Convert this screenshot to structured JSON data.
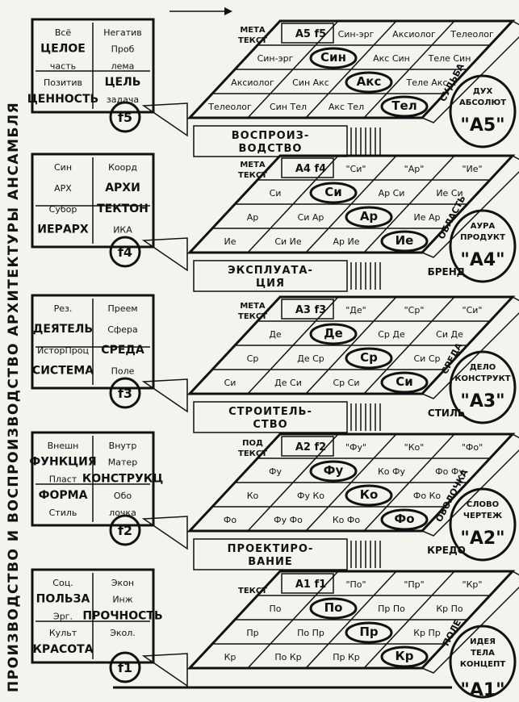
{
  "side_title_left": "ПРОИЗВОДСТВО И ВОСПРОИЗВОДСТВО  АРХИТЕКТУРЫ  АНСАМБЛЯ",
  "levels": [
    {
      "id": "f5",
      "func": "f5",
      "tag": "A5 f5",
      "left_words": [
        "Всё",
        "ЦЕЛОЕ",
        "часть",
        "Позитив",
        "ЦЕННОСТЬ",
        "Негатив",
        "Проб",
        "лема",
        "ЦЕЛЬ",
        "задача"
      ],
      "grid_rows": [
        [
          "Син-эрг",
          "Аксиолог",
          "Телеолог"
        ],
        [
          "Син-эрг",
          "Син",
          "Акс Син",
          "Теле Син"
        ],
        [
          "Аксиолог",
          "Син Акс",
          "Акс",
          "Теле Акс"
        ],
        [
          "Телеолог",
          "Син Тел",
          "Акс Тел",
          "Тел"
        ]
      ],
      "circled": [
        "Син",
        "Акс",
        "Тел"
      ],
      "right_label": "СУДЬБА",
      "right_circle": [
        "ДУХ",
        "АБСОЛЮТ",
        "\"A5\""
      ],
      "process": "ВОСПРОИЗВОДСТВО",
      "process_lines": [
        "ВОСПРОИЗ-",
        "ВОДСТВО"
      ],
      "meta": [
        "МЕТА",
        "ТЕКСТ"
      ]
    },
    {
      "id": "f4",
      "func": "f4",
      "tag": "A4 f4",
      "left_words": [
        "Син",
        "АРХ",
        "Субор",
        "ИЕРАРХ",
        "Коорд",
        "АРХИ",
        "ТЕКТОН",
        "ИКА"
      ],
      "grid_rows": [
        [
          "\"Си\"",
          "\"Ар\"",
          "\"Ие\""
        ],
        [
          "Си",
          "Си",
          "Ар Си",
          "Ие Си"
        ],
        [
          "Ар",
          "Си Ар",
          "Ар",
          "Ие Ар"
        ],
        [
          "Ие",
          "Си Ие",
          "Ар Ие",
          "Ие"
        ]
      ],
      "circled": [
        "Си",
        "Ар",
        "Ие"
      ],
      "right_label": "ОБЛАСТЬ",
      "right_label2": "БРЕНД",
      "right_circle": [
        "АУРА",
        "ПРОДУКТ",
        "\"A4\""
      ],
      "process": "ЭКСПЛУАТАЦИЯ",
      "process_lines": [
        "ЭКСПЛУАТА-",
        "ЦИЯ"
      ],
      "meta": [
        "МЕТА",
        "ТЕКСТ"
      ]
    },
    {
      "id": "f3",
      "func": "f3",
      "tag": "A3 f3",
      "left_words": [
        "Рез.",
        "ДЕЯТЕЛЬ",
        "ИсторПроц",
        "СИСТЕМА",
        "Преем",
        "Сфера",
        "СРЕДА",
        "Поле"
      ],
      "grid_rows": [
        [
          "\"Де\"",
          "\"Ср\"",
          "\"Си\""
        ],
        [
          "Де",
          "Де",
          "Ср Де",
          "Си Де"
        ],
        [
          "Ср",
          "Де Ср",
          "Ср",
          "Си Ср"
        ],
        [
          "Си",
          "Де Си",
          "Ср Си",
          "Си"
        ]
      ],
      "circled": [
        "Де",
        "Ср",
        "Си"
      ],
      "right_label": "СРЕДА",
      "right_label2": "СТИЛЬ",
      "right_circle": [
        "ДЕЛО",
        "КОНСТРУКТ",
        "\"A3\""
      ],
      "process": "СТРОИТЕЛЬСТВО",
      "process_lines": [
        "СТРОИТЕЛЬ-",
        "СТВО"
      ],
      "meta": [
        "МЕТА",
        "ТЕКСТ"
      ]
    },
    {
      "id": "f2",
      "func": "f2",
      "tag": "A2 f2",
      "left_words": [
        "Внешн",
        "ФУНКЦИЯ",
        "Пласт",
        "ФОРМА",
        "Стиль",
        "Внутр",
        "Матер",
        "КОНСТРУКЦ",
        "Обо",
        "лочка"
      ],
      "grid_rows": [
        [
          "\"Фу\"",
          "\"Ко\"",
          "\"Фо\""
        ],
        [
          "Фу",
          "Фу",
          "Ко Фу",
          "Фо Фу"
        ],
        [
          "Ко",
          "Фу Ко",
          "Ко",
          "Фо Ко"
        ],
        [
          "Фо",
          "Фу Фо",
          "Ко Фо",
          "Фо"
        ]
      ],
      "circled": [
        "Фу",
        "Ко",
        "Фо"
      ],
      "right_label": "ОБОЛОЧКА",
      "right_label2": "КРЕДО",
      "right_circle": [
        "СЛОВО",
        "ЧЕРТЕЖ",
        "\"A2\""
      ],
      "process": "ПРОЕКТИРОВАНИЕ",
      "process_lines": [
        "ПРОЕКТИРО-",
        "ВАНИЕ"
      ],
      "meta": [
        "ПОД",
        "ТЕКСТ"
      ]
    },
    {
      "id": "f1",
      "func": "f1",
      "tag": "A1 f1",
      "left_words": [
        "Соц.",
        "ПОЛЬЗА",
        "Эрг.",
        "Культ",
        "КРАСОТА",
        "Экон",
        "Инж",
        "ПРОЧНОСТЬ",
        "Экол."
      ],
      "grid_rows": [
        [
          "\"По\"",
          "\"Пр\"",
          "\"Кр\""
        ],
        [
          "По",
          "По",
          "Пр По",
          "Кр По"
        ],
        [
          "Пр",
          "По Пр",
          "Пр",
          "Кр Пр"
        ],
        [
          "Кр",
          "По Кр",
          "Пр Кр",
          "Кр"
        ]
      ],
      "circled": [
        "По",
        "Пр",
        "Кр"
      ],
      "right_label": "ПОЛЕ",
      "right_circle": [
        "ИДЕЯ",
        "ТЕЛА",
        "КОНЦЕПТ",
        "\"A1\""
      ],
      "process": "",
      "process_lines": [],
      "meta": [
        "",
        "ТЕКСТ"
      ]
    }
  ]
}
